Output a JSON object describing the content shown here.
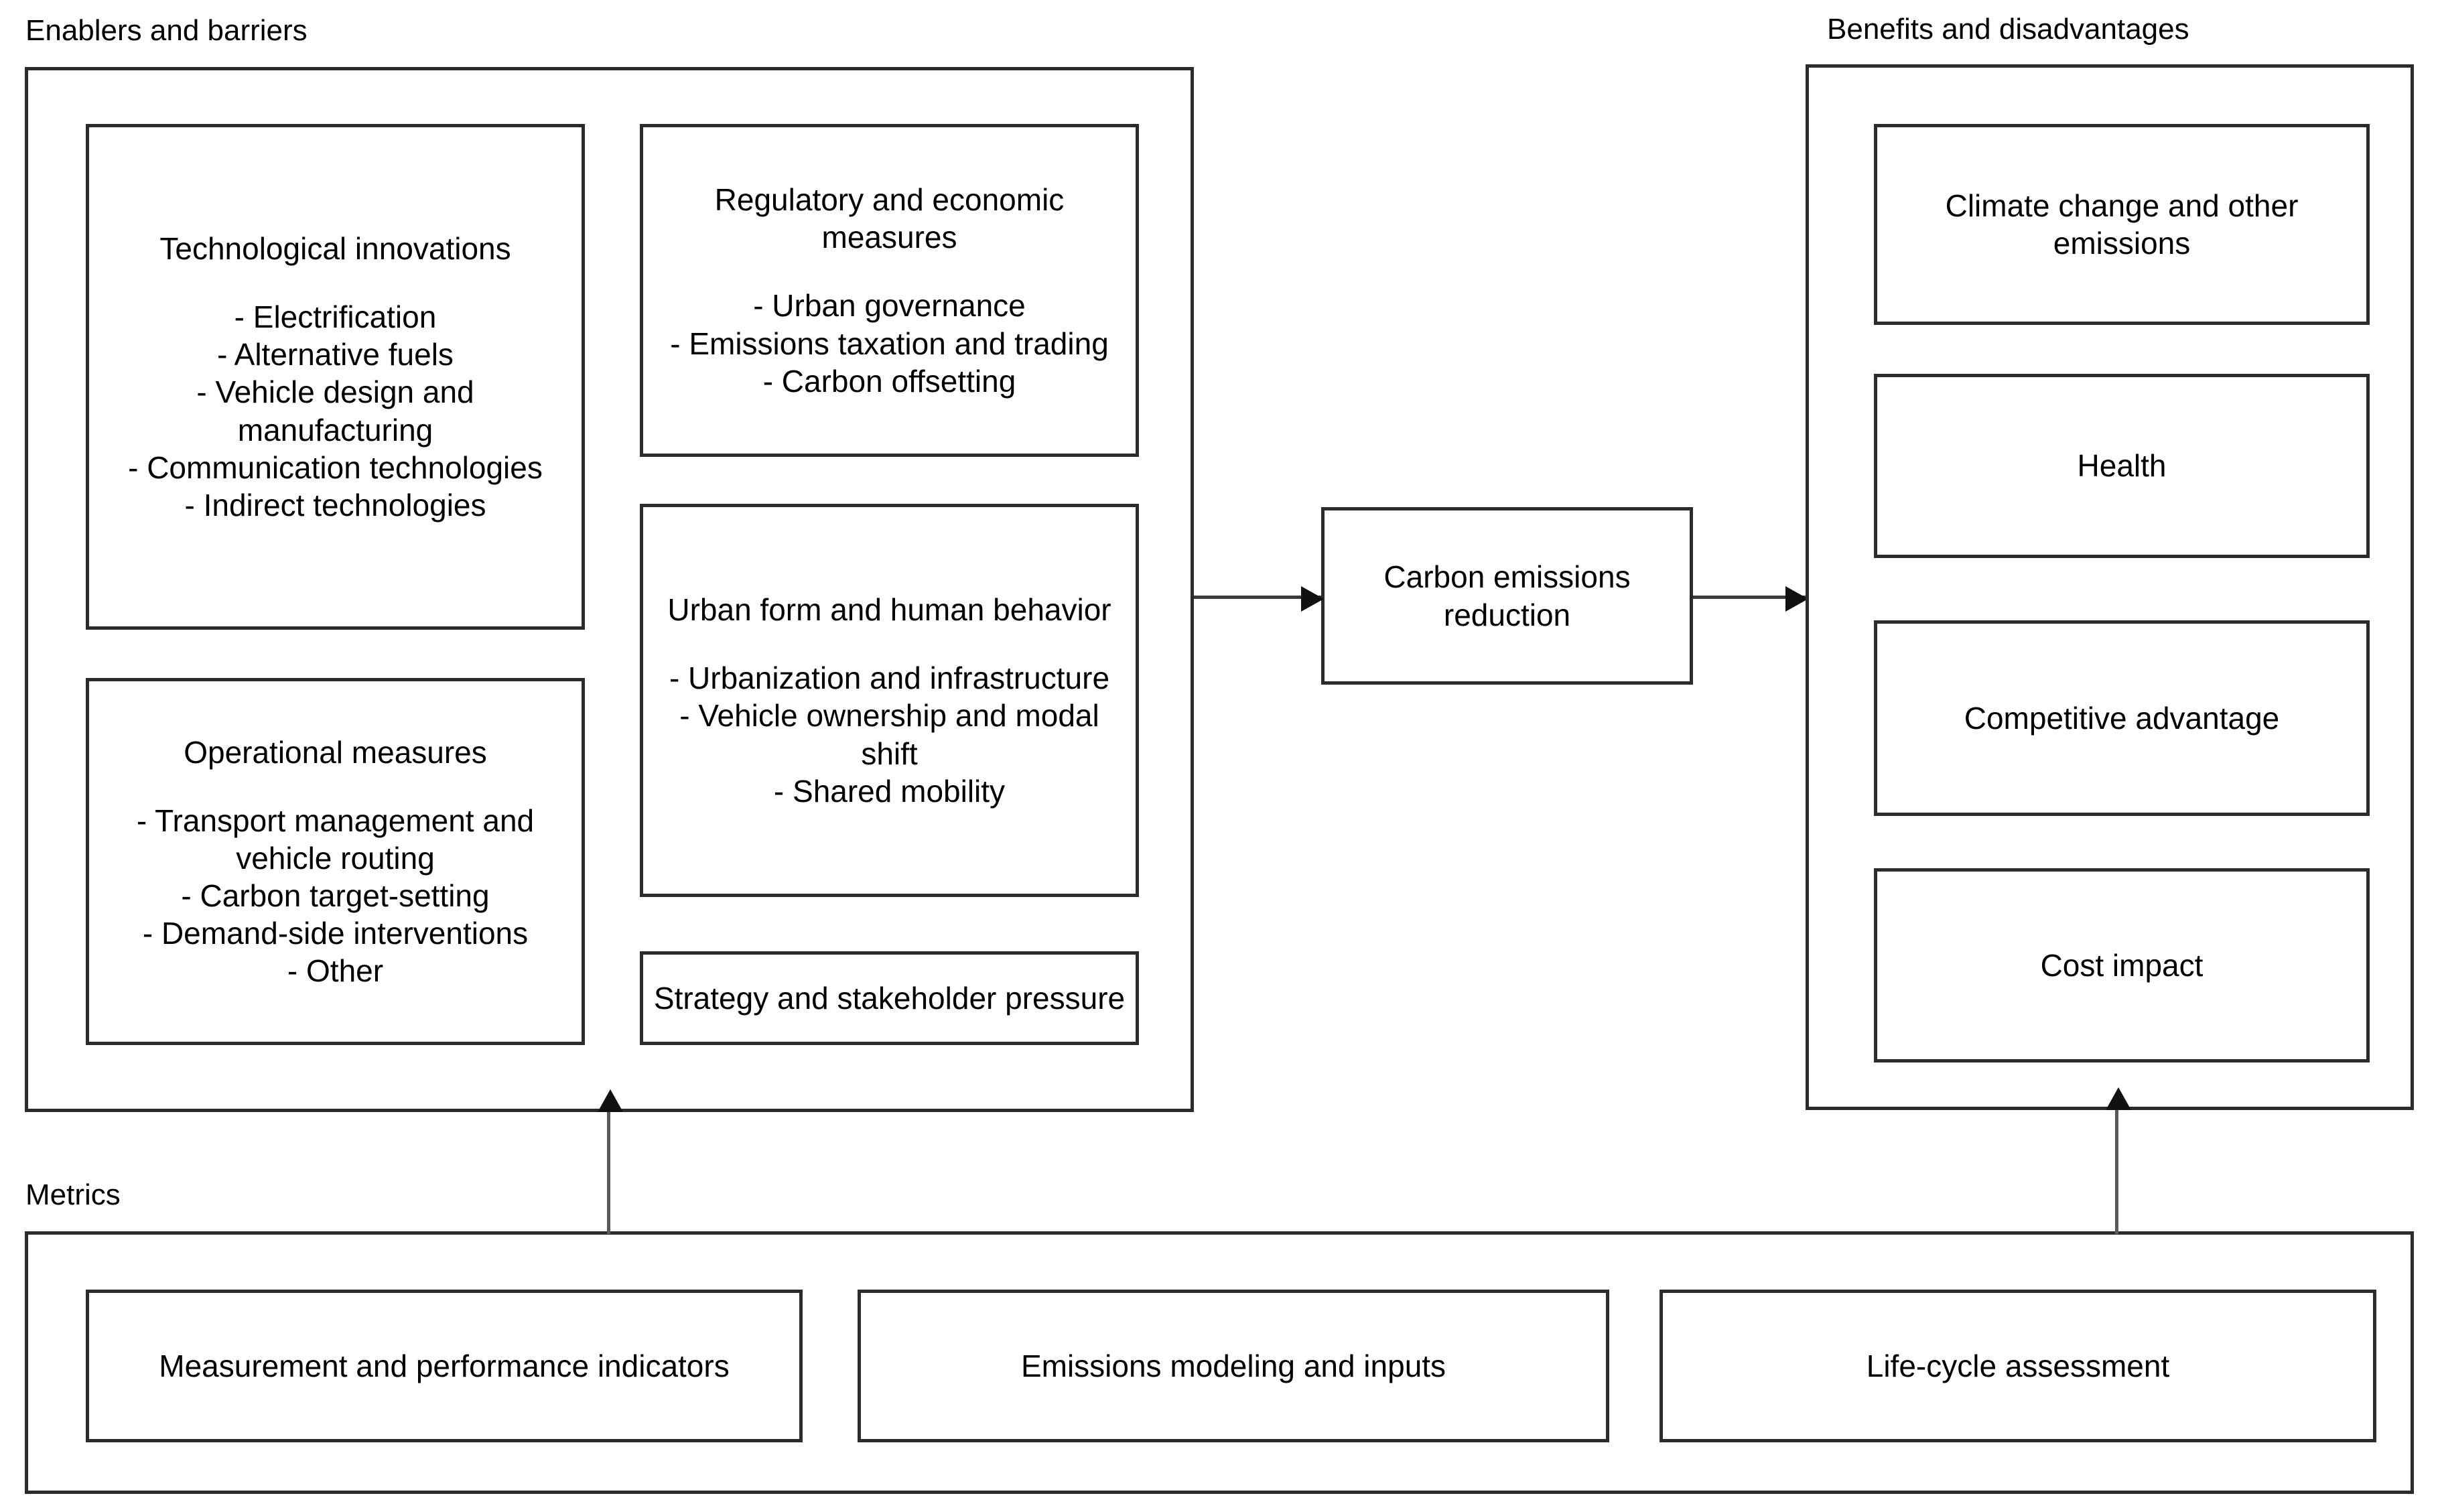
{
  "diagram": {
    "sections": {
      "enablers": {
        "label": "Enablers and barriers",
        "boxes": {
          "technological": {
            "title": "Technological innovations",
            "items": [
              "- Electrification",
              "- Alternative fuels",
              "- Vehicle design and manufacturing",
              "- Communication technologies",
              "- Indirect technologies"
            ]
          },
          "operational": {
            "title": "Operational measures",
            "items": [
              "- Transport management and vehicle routing",
              "- Carbon target-setting",
              "- Demand-side interventions",
              "- Other"
            ]
          },
          "regulatory": {
            "title": "Regulatory and economic measures",
            "items": [
              "- Urban governance",
              "- Emissions taxation and trading",
              "- Carbon offsetting"
            ]
          },
          "urban_form": {
            "title": "Urban form and human behavior",
            "items": [
              "- Urbanization and infrastructure",
              "- Vehicle ownership and modal shift",
              "- Shared mobility"
            ]
          },
          "strategy": {
            "title": "Strategy and stakeholder pressure",
            "items": []
          }
        }
      },
      "center": {
        "box": {
          "title": "Carbon emissions reduction"
        }
      },
      "benefits": {
        "label": "Benefits and disadvantages",
        "boxes": [
          {
            "title": "Climate change and other emissions"
          },
          {
            "title": "Health"
          },
          {
            "title": "Competitive advantage"
          },
          {
            "title": "Cost impact"
          }
        ]
      },
      "metrics": {
        "label": "Metrics",
        "boxes": [
          {
            "title": "Measurement and performance indicators"
          },
          {
            "title": "Emissions modeling and inputs"
          },
          {
            "title": "Life-cycle assessment"
          }
        ]
      }
    },
    "arrows": [
      {
        "name": "enablers-to-center",
        "direction": "right"
      },
      {
        "name": "center-to-benefits",
        "direction": "right"
      },
      {
        "name": "metrics-to-enablers",
        "direction": "up"
      },
      {
        "name": "metrics-to-benefits",
        "direction": "up"
      }
    ],
    "colors": {
      "stroke": "#2b2b2b",
      "background": "#ffffff",
      "text": "#000000"
    }
  }
}
